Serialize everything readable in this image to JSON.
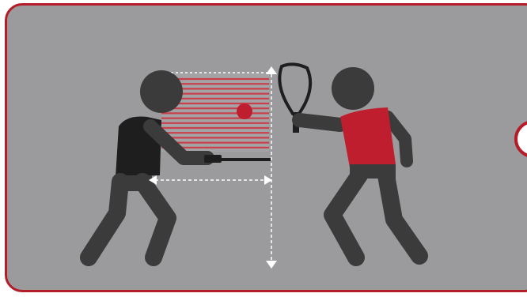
{
  "illustration": {
    "subject": "rule-diagram",
    "colors": {
      "background": "#9b9b9e",
      "border": "#b31d28",
      "figure": "#3b3b3b",
      "jersey_red": "#be1e2d",
      "zone_lines": "#c9404a",
      "guides": "#ffffff"
    },
    "icons": [
      "receiver-figure",
      "server-figure",
      "paddle",
      "ball",
      "width-arrow",
      "height-arrow",
      "next-badge"
    ]
  }
}
